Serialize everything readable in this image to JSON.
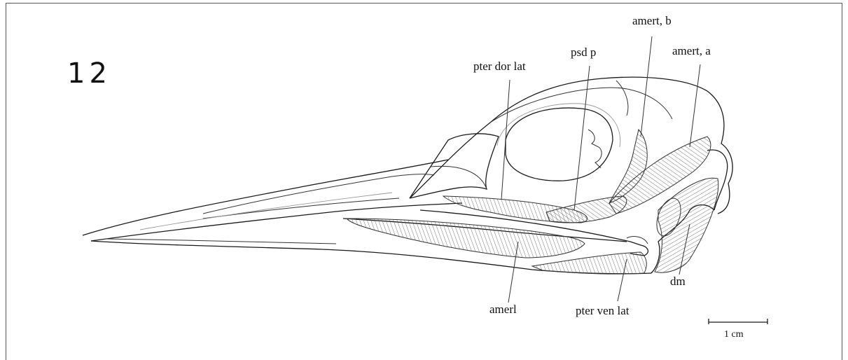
{
  "figure": {
    "number": "12",
    "labels": {
      "amert_b": "amert, b",
      "amert_a": "amert, a",
      "psd_p": "psd p",
      "pter_dor_lat": "pter dor lat",
      "amerl": "amerl",
      "pter_ven_lat": "pter ven lat",
      "dm": "dm"
    },
    "scale_bar": "1 cm"
  }
}
